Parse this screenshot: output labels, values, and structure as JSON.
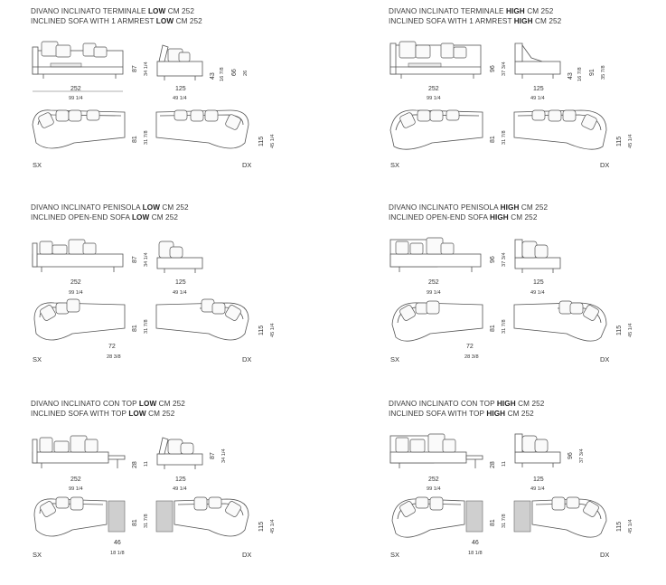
{
  "blocks": [
    {
      "title_it": "DIVANO INCLINATO TERMINALE",
      "title_it_bold": "LOW",
      "title_it_end": "CM 252",
      "title_en": "INCLINED SOFA WITH 1 ARMREST",
      "title_en_bold": "LOW",
      "title_en_end": "CM 252",
      "w1": "252",
      "w1_in": "99 1/4",
      "w2": "125",
      "w2_in": "49 1/4",
      "h1": "87",
      "h1_in": "34 1/4",
      "seat": "43",
      "seat_in": "16 7/8",
      "arm": "66",
      "arm_in": "26",
      "depth": "81",
      "depth_in": "31 7/8",
      "depth2": "115",
      "depth2_in": "45 1/4",
      "sx": "SX",
      "dx": "DX"
    },
    {
      "title_it": "DIVANO INCLINATO TERMINALE",
      "title_it_bold": "HIGH",
      "title_it_end": "CM 252",
      "title_en": "INCLINED SOFA WITH 1 ARMREST",
      "title_en_bold": "HIGH",
      "title_en_end": "CM 252",
      "w1": "252",
      "w1_in": "99 1/4",
      "w2": "125",
      "w2_in": "49 1/4",
      "h1": "96",
      "h1_in": "37 3/4",
      "seat": "43",
      "seat_in": "16 7/8",
      "arm": "91",
      "arm_in": "35 7/8",
      "depth": "81",
      "depth_in": "31 7/8",
      "depth2": "115",
      "depth2_in": "45 1/4",
      "sx": "SX",
      "dx": "DX"
    },
    {
      "title_it": "DIVANO INCLINATO PENISOLA",
      "title_it_bold": "LOW",
      "title_it_end": "CM 252",
      "title_en": "INCLINED OPEN-END SOFA",
      "title_en_bold": "LOW",
      "title_en_end": "CM 252",
      "w1": "252",
      "w1_in": "99 1/4",
      "w2": "125",
      "w2_in": "49 1/4",
      "h1": "87",
      "h1_in": "34 1/4",
      "depth": "81",
      "depth_in": "31 7/8",
      "depth2": "115",
      "depth2_in": "45 1/4",
      "chaise": "72",
      "chaise_in": "28 3/8",
      "sx": "SX",
      "dx": "DX"
    },
    {
      "title_it": "DIVANO INCLINATO PENISOLA",
      "title_it_bold": "HIGH",
      "title_it_end": "CM 252",
      "title_en": "INCLINED OPEN-END SOFA",
      "title_en_bold": "HIGH",
      "title_en_end": "CM 252",
      "w1": "252",
      "w1_in": "99 1/4",
      "w2": "125",
      "w2_in": "49 1/4",
      "h1": "96",
      "h1_in": "37 3/4",
      "depth": "81",
      "depth_in": "31 7/8",
      "depth2": "115",
      "depth2_in": "45 1/4",
      "chaise": "72",
      "chaise_in": "28 3/8",
      "sx": "SX",
      "dx": "DX"
    },
    {
      "title_it": "DIVANO INCLINATO CON TOP",
      "title_it_bold": "LOW",
      "title_it_end": "CM 252",
      "title_en": "INCLINED SOFA WITH TOP",
      "title_en_bold": "LOW",
      "title_en_end": "CM 252",
      "w1": "252",
      "w1_in": "99 1/4",
      "w2": "125",
      "w2_in": "49 1/4",
      "h1": "87",
      "h1_in": "34 1/4",
      "top_h": "28",
      "top_h_in": "11",
      "depth": "81",
      "depth_in": "31 7/8",
      "depth2": "115",
      "depth2_in": "45 1/4",
      "top_w": "46",
      "top_w_in": "18 1/8",
      "sx": "SX",
      "dx": "DX"
    },
    {
      "title_it": "DIVANO INCLINATO CON TOP",
      "title_it_bold": "HIGH",
      "title_it_end": "CM 252",
      "title_en": "INCLINED SOFA WITH TOP",
      "title_en_bold": "HIGH",
      "title_en_end": "CM 252",
      "w1": "252",
      "w1_in": "99 1/4",
      "w2": "125",
      "w2_in": "49 1/4",
      "h1": "96",
      "h1_in": "37 3/4",
      "top_h": "28",
      "top_h_in": "11",
      "depth": "81",
      "depth_in": "31 7/8",
      "depth2": "115",
      "depth2_in": "45 1/4",
      "top_w": "46",
      "top_w_in": "18 1/8",
      "sx": "SX",
      "dx": "DX"
    }
  ]
}
